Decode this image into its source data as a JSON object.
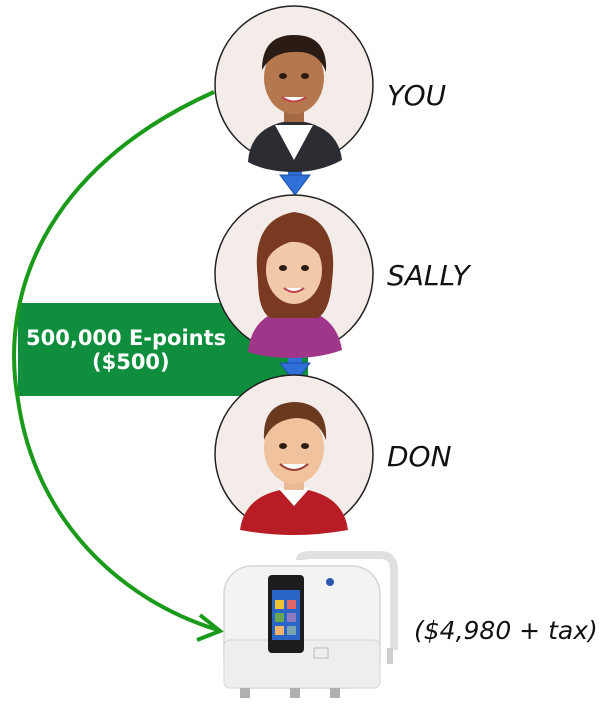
{
  "people": [
    {
      "name": "YOU"
    },
    {
      "name": "SALLY"
    },
    {
      "name": "DON"
    }
  ],
  "reward": {
    "line1": "500,000 E-points",
    "line2": "($500)"
  },
  "product": {
    "price": "($4,980 + tax)"
  },
  "colors": {
    "banner": "#0f8f3e",
    "curve": "#1a9a1a",
    "down_arrow": "#2f6fd8"
  }
}
